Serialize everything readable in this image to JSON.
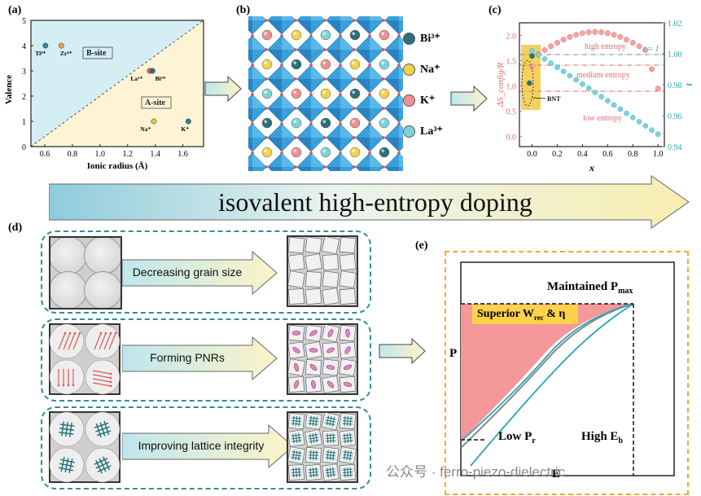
{
  "panels": {
    "a": {
      "letter": "(a)",
      "ylabel": "Valence",
      "xlabel": "Ionic radius (Å)",
      "xticks": [
        "0.6",
        "0.8",
        "1.0",
        "1.2",
        "1.4",
        "1.6"
      ],
      "yticks": [
        "0",
        "1",
        "2",
        "3",
        "4",
        "5"
      ],
      "region_b": "B-site",
      "region_a": "A-site",
      "points": [
        {
          "label": "Ti⁴⁺",
          "x": 0.605,
          "y": 4,
          "color": "#2c8c9a"
        },
        {
          "label": "Zr⁴⁺",
          "x": 0.72,
          "y": 4,
          "color": "#f0a040"
        },
        {
          "label": "La³⁺",
          "x": 1.36,
          "y": 3,
          "color": "#e86a6a"
        },
        {
          "label": "Bi³⁺",
          "x": 1.38,
          "y": 3,
          "color": "#2c6f7a"
        },
        {
          "label": "Na⁺",
          "x": 1.39,
          "y": 1,
          "color": "#f0c040"
        },
        {
          "label": "K⁺",
          "x": 1.64,
          "y": 1,
          "color": "#1a8a8a"
        }
      ]
    },
    "b": {
      "letter": "(b)",
      "legend": [
        {
          "label": "Bi³⁺",
          "color": "#2c6f7a"
        },
        {
          "label": "Na⁺",
          "color": "#f3d24a"
        },
        {
          "label": "K⁺",
          "color": "#ef8f8f"
        },
        {
          "label": "La³⁺",
          "color": "#7fd3d8"
        }
      ]
    },
    "c": {
      "letter": "(c)",
      "ylabel_left": "ΔS_config/R",
      "ylabel_right": "t",
      "xlabel": "x",
      "xticks": [
        "0.0",
        "0.2",
        "0.4",
        "0.6",
        "0.8",
        "1.0"
      ],
      "yticks_left": [
        "0.0",
        "0.5",
        "1.0",
        "1.5",
        "2.0"
      ],
      "yticks_right": [
        "0.94",
        "0.96",
        "0.98",
        "1.00",
        "1.02"
      ],
      "zone_high": "high entropy",
      "zone_medium": "medium entropy",
      "zone_low": "low entropy",
      "t_label": "t = 1",
      "bnt_label": "BNT"
    },
    "banner": "isovalent high-entropy doping",
    "d": {
      "letter": "(d)",
      "rows": [
        {
          "label": "Decreasing grain size"
        },
        {
          "label": "Forming PNRs"
        },
        {
          "label": "Improving lattice integrity"
        }
      ]
    },
    "e": {
      "letter": "(e)",
      "pmax": "Maintained P",
      "pmax_sub": "max",
      "superior": "Superior W",
      "superior_sub": "rec",
      "superior_tail": " & η",
      "low_pr": "Low P",
      "low_pr_sub": "r",
      "high_eb": "High E",
      "high_eb_sub": "b",
      "axis_p": "P",
      "axis_e": "E"
    }
  },
  "watermark": "公众号 · ferro-piezo-dielectric",
  "chart_data": {
    "type": "scatter",
    "title": "",
    "xlabel": "Ionic radius (Å)",
    "ylabel": "Valence",
    "xlim": [
      0.5,
      1.75
    ],
    "ylim": [
      0,
      5
    ],
    "x": [
      0.605,
      0.72,
      1.36,
      1.38,
      1.39,
      1.64
    ],
    "y": [
      4,
      4,
      3,
      3,
      1,
      1
    ]
  }
}
